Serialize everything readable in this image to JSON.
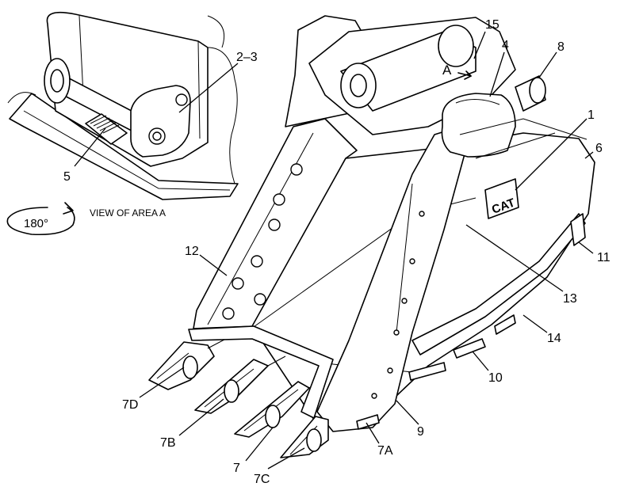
{
  "callouts": {
    "c1": "1",
    "c2_3": "2–3",
    "c4": "4",
    "c5": "5",
    "c6": "6",
    "c7": "7",
    "c7a": "7A",
    "c7b": "7B",
    "c7c": "7C",
    "c7d": "7D",
    "c8": "8",
    "c9": "9",
    "c10": "10",
    "c11": "11",
    "c12": "12",
    "c13": "13",
    "c14": "14",
    "c15": "15",
    "area_marker": "A"
  },
  "inset": {
    "rotation": "180°",
    "caption": "VIEW OF AREA  A"
  },
  "logo": {
    "text": "CAT"
  },
  "colors": {
    "ink": "#000000",
    "paper": "#ffffff"
  }
}
